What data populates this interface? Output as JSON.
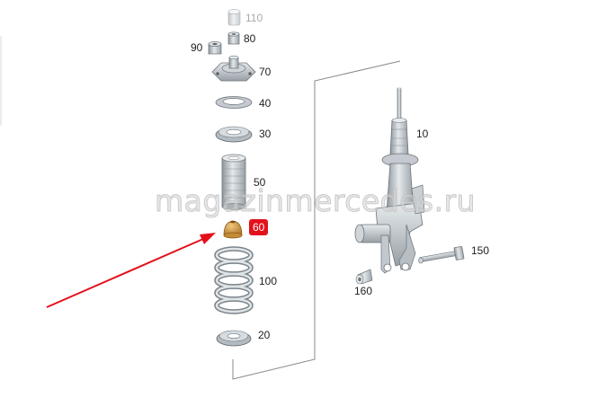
{
  "watermark": "magazinmercedes.ru",
  "highlight_color": "#e3101b",
  "arrow_color": "#e3101b",
  "parts": [
    {
      "id": "110",
      "label": "110",
      "name": "cap",
      "faded": true
    },
    {
      "id": "80",
      "label": "80",
      "name": "nut"
    },
    {
      "id": "90",
      "label": "90",
      "name": "nut-small"
    },
    {
      "id": "70",
      "label": "70",
      "name": "strut-mount"
    },
    {
      "id": "40",
      "label": "40",
      "name": "bearing-ring"
    },
    {
      "id": "30",
      "label": "30",
      "name": "upper-spring-pad"
    },
    {
      "id": "50",
      "label": "50",
      "name": "dust-boot"
    },
    {
      "id": "60",
      "label": "60",
      "name": "bump-stop",
      "highlighted": true
    },
    {
      "id": "100",
      "label": "100",
      "name": "coil-spring"
    },
    {
      "id": "20",
      "label": "20",
      "name": "lower-spring-pad"
    },
    {
      "id": "10",
      "label": "10",
      "name": "shock-absorber"
    },
    {
      "id": "150",
      "label": "150",
      "name": "bolt"
    },
    {
      "id": "160",
      "label": "160",
      "name": "bushing"
    }
  ]
}
